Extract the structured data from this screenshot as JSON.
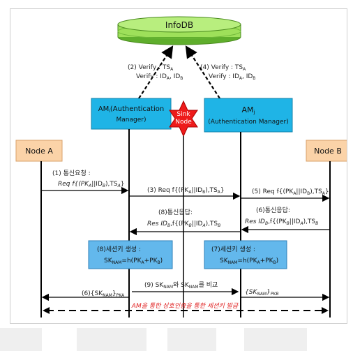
{
  "diagram": {
    "infodb_label": "InfoDB",
    "sink_label_1": "Sink",
    "sink_label_2": "Node",
    "am_i_title": "AM",
    "am_i_sub": "i",
    "am_i_rest": "(Authentication",
    "am_i_line2": "Manager)",
    "am_j_title": "AM",
    "am_j_sub": "j",
    "am_j_line2": "(Authentication Manager)",
    "node_a": "Node A",
    "node_b": "Node B",
    "verify_left_1": "(2) Verify : TS",
    "verify_left_1_sub": "A",
    "verify_left_2": "Verify : ID",
    "verify_left_2_sub_a": "A",
    "verify_left_2_mid": ", ID",
    "verify_left_2_sub_b": "B",
    "verify_right_1": "(4) Verify : TS",
    "verify_right_1_sub": "A",
    "verify_right_2": "Verify : ID",
    "verify_right_2_sub_a": "A",
    "verify_right_2_mid": ", ID",
    "verify_right_2_sub_b": "B",
    "step1_label": "(1) 통신요청 :",
    "step1_msg": "Req f{(PK",
    "step3_msg": "(3) Req f{(PK",
    "step5_msg": "(5) Req f{(PK",
    "step6_label": "(6)통신응답:",
    "step6_msg": "Res ID",
    "step8_label": "(8)통신응답:",
    "step8_msg": "Res ID",
    "box8_line1": "(8)세션키 생성 :",
    "box8_line2": "SK",
    "box7_line1": "(7)세션키 생성 :",
    "box7_line2": "SK",
    "step9_msg": "(9) SK",
    "step9_mid": "와 SK",
    "step9_end": "를 비교",
    "step6b_msg": "(6){SK",
    "step6b_sub": "NAM",
    "step6b_end": "}",
    "step6b_key": "PKA",
    "stepB_msg": "{SK",
    "stepB_sub": "NAM",
    "stepB_end": "}",
    "stepB_key": "PKB",
    "footer": "AM을 통한 상호인증을 통한 세션키 발급"
  },
  "colors": {
    "infodb_fill": "#9ee05a",
    "infodb_stroke": "#5a9a28",
    "am_fill": "#1fb4e6",
    "node_fill": "#fbd3a8",
    "sink_fill": "#ee1b1b",
    "sessionbox_fill": "#63b8ec",
    "footer_text": "#e01f1f"
  }
}
